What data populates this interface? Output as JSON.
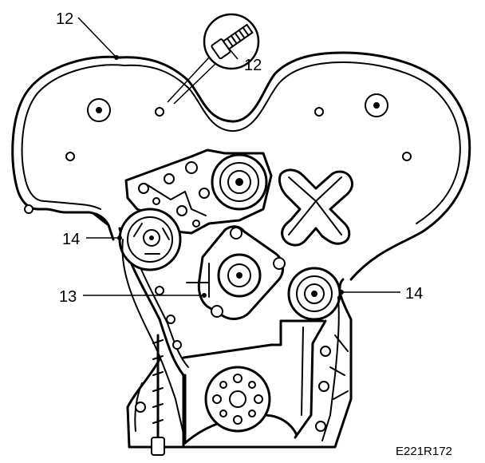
{
  "callouts": {
    "cover_top": "12",
    "bolt": "12",
    "pulley_left": "14",
    "pump": "13",
    "pulley_right": "14"
  },
  "figure_code": "E221R172"
}
